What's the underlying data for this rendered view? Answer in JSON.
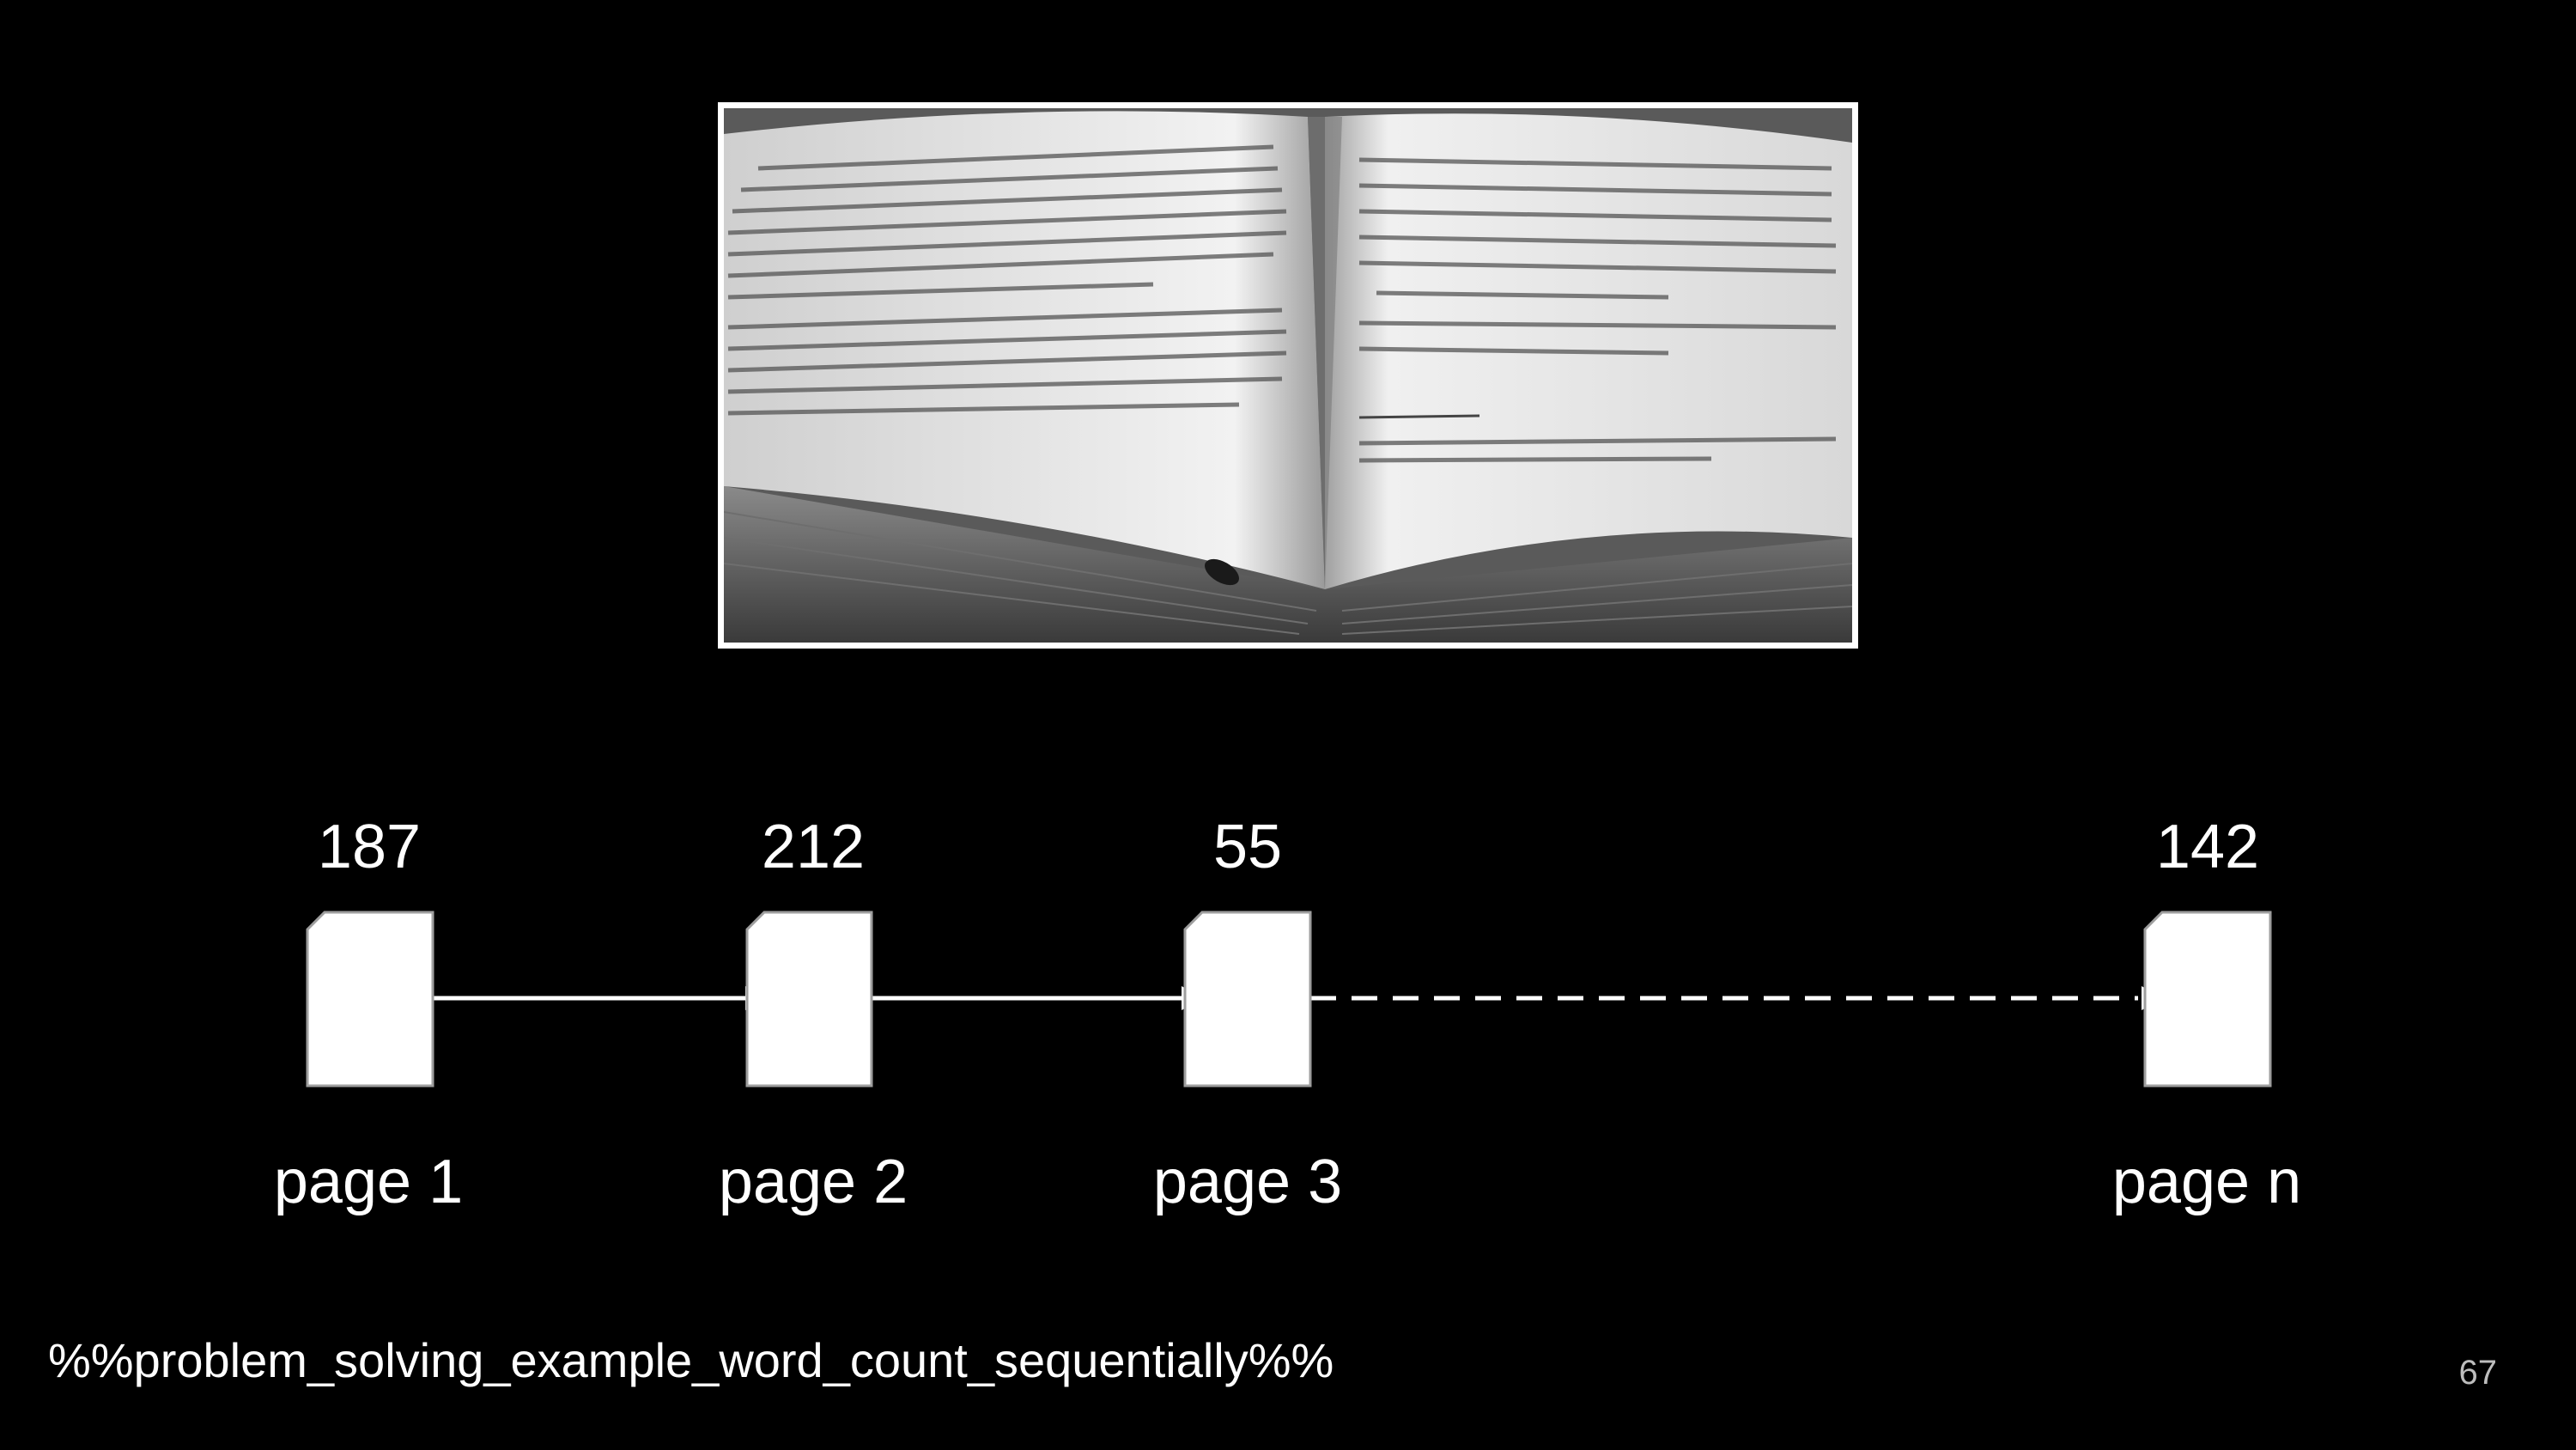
{
  "pages": [
    {
      "count": "187",
      "label": "page 1"
    },
    {
      "count": "212",
      "label": "page 2"
    },
    {
      "count": "55",
      "label": "page 3"
    },
    {
      "count": "142",
      "label": "page n"
    }
  ],
  "footer": {
    "text": "%%problem_solving_example_word_count_sequentially%%"
  },
  "slide": {
    "number": "67"
  },
  "image": {
    "subject": "open-book-photo"
  },
  "colors": {
    "background": "#000000",
    "foreground": "#ffffff",
    "slide_number": "#bdbdbd"
  }
}
